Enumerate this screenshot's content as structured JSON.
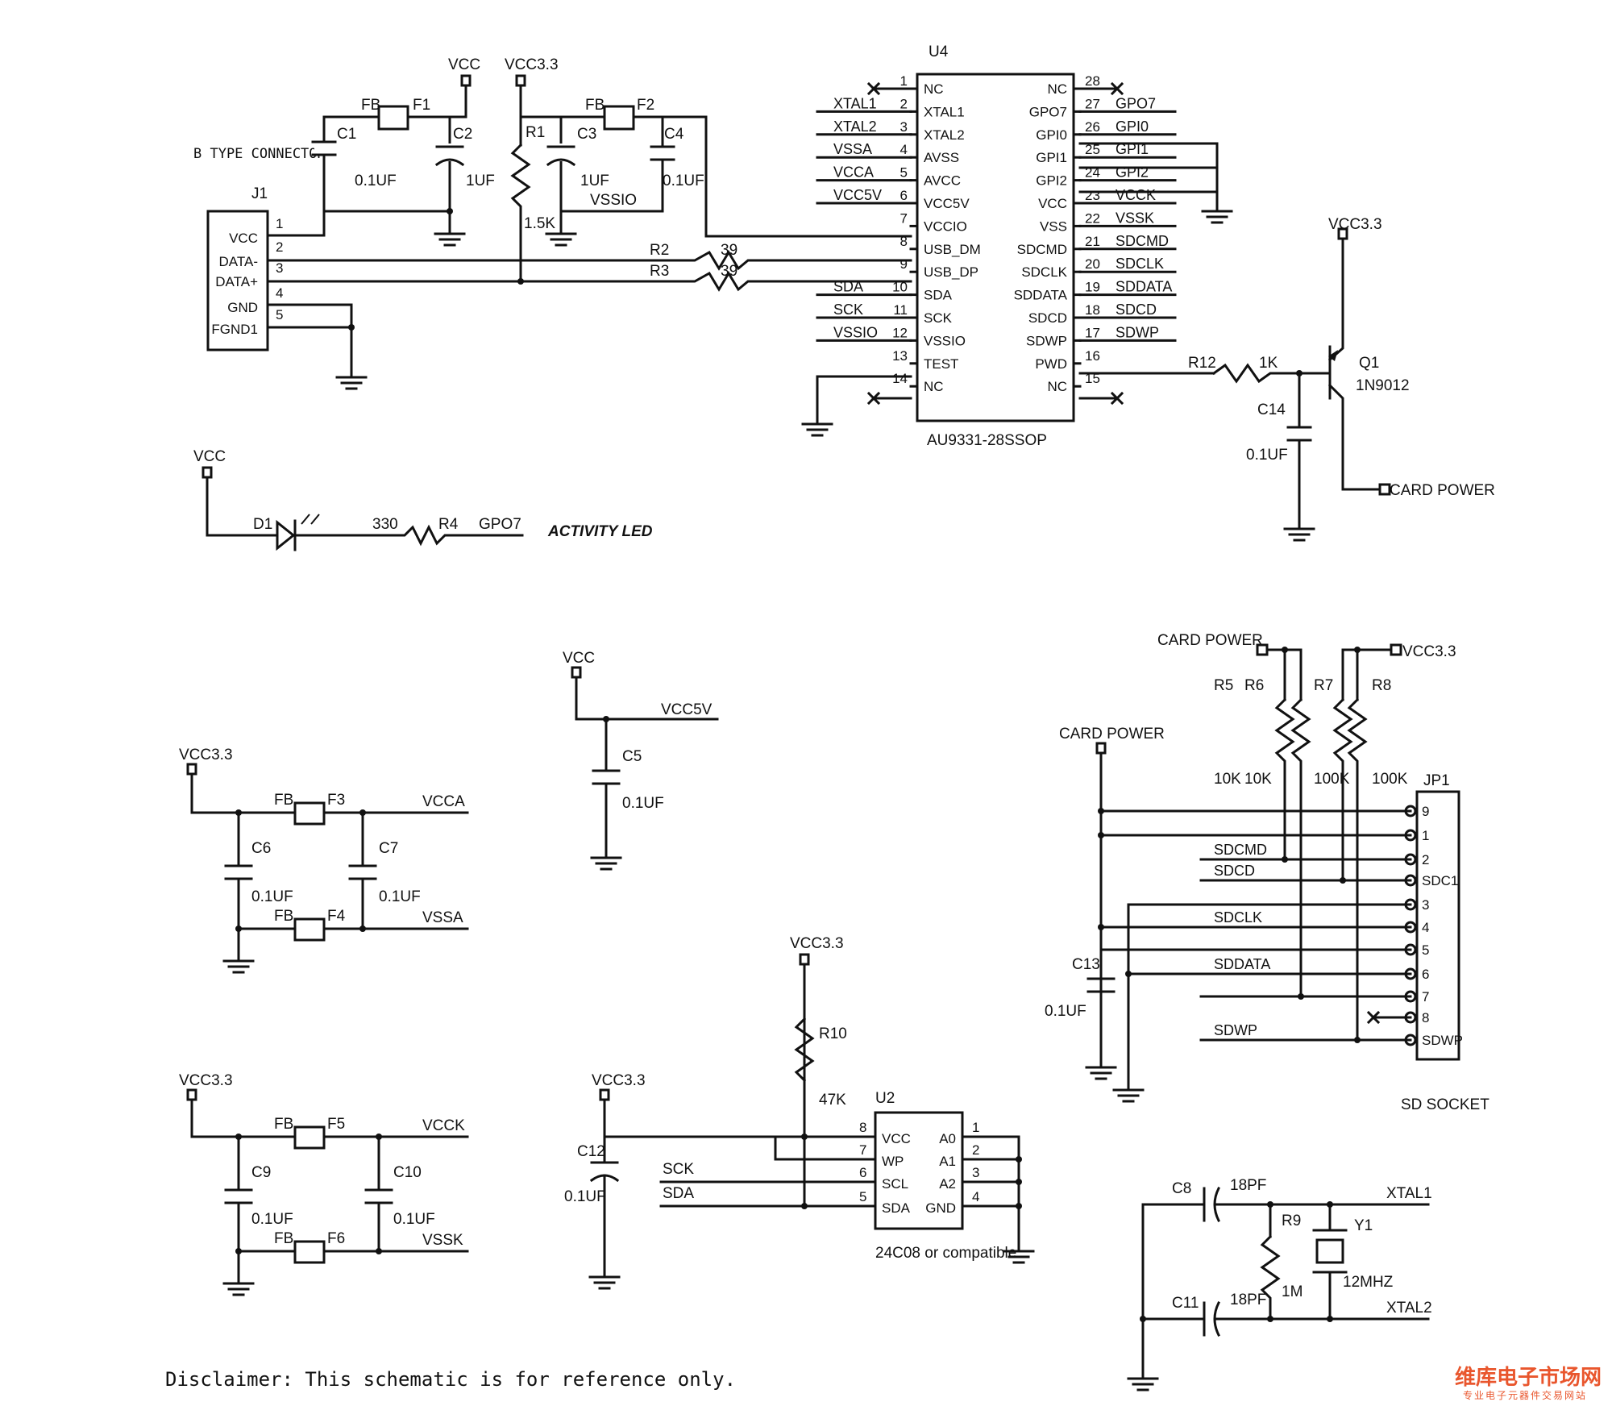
{
  "components": {
    "u4": {
      "ref": "U4",
      "part": "AU9331-28SSOP",
      "left_pins": [
        {
          "num": "1",
          "name": "NC"
        },
        {
          "num": "2",
          "name": "XTAL1"
        },
        {
          "num": "3",
          "name": "XTAL2"
        },
        {
          "num": "4",
          "name": "AVSS"
        },
        {
          "num": "5",
          "name": "AVCC"
        },
        {
          "num": "6",
          "name": "VCC5V"
        },
        {
          "num": "7",
          "name": "VCCIO"
        },
        {
          "num": "8",
          "name": "USB_DM"
        },
        {
          "num": "9",
          "name": "USB_DP"
        },
        {
          "num": "10",
          "name": "SDA"
        },
        {
          "num": "11",
          "name": "SCK"
        },
        {
          "num": "12",
          "name": "VSSIO"
        },
        {
          "num": "13",
          "name": "TEST"
        },
        {
          "num": "14",
          "name": "NC"
        }
      ],
      "right_pins": [
        {
          "num": "28",
          "name": "NC"
        },
        {
          "num": "27",
          "name": "GPO7"
        },
        {
          "num": "26",
          "name": "GPI0"
        },
        {
          "num": "25",
          "name": "GPI1"
        },
        {
          "num": "24",
          "name": "GPI2"
        },
        {
          "num": "23",
          "name": "VCC"
        },
        {
          "num": "22",
          "name": "VSS"
        },
        {
          "num": "21",
          "name": "SDCMD"
        },
        {
          "num": "20",
          "name": "SDCLK"
        },
        {
          "num": "19",
          "name": "SDDATA"
        },
        {
          "num": "18",
          "name": "SDCD"
        },
        {
          "num": "17",
          "name": "SDWP"
        },
        {
          "num": "16",
          "name": "PWD"
        },
        {
          "num": "15",
          "name": "NC"
        }
      ],
      "left_nets": [
        "",
        "XTAL1",
        "XTAL2",
        "VSSA",
        "VCCA",
        "VCC5V",
        "",
        "",
        "",
        "SDA",
        "SCK",
        "VSSIO",
        "",
        ""
      ],
      "right_nets": [
        "",
        "GPO7",
        "GPI0",
        "GPI1",
        "GPI2",
        "VCCK",
        "VSSK",
        "SDCMD",
        "SDCLK",
        "SDDATA",
        "SDCD",
        "SDWP",
        "",
        ""
      ]
    },
    "j1": {
      "ref": "J1",
      "type": "B TYPE CONNECTOR",
      "pins": [
        {
          "num": "1",
          "name": "VCC"
        },
        {
          "num": "2",
          "name": "DATA-"
        },
        {
          "num": "3",
          "name": "DATA+"
        },
        {
          "num": "4",
          "name": "GND"
        },
        {
          "num": "5",
          "name": "FGND1"
        }
      ]
    },
    "u2": {
      "ref": "U2",
      "part": "24C08 or compatible",
      "left_pins": [
        {
          "num": "8",
          "name": "VCC"
        },
        {
          "num": "7",
          "name": "WP"
        },
        {
          "num": "6",
          "name": "SCL"
        },
        {
          "num": "5",
          "name": "SDA"
        }
      ],
      "right_pins": [
        {
          "num": "1",
          "name": "A0"
        },
        {
          "num": "2",
          "name": "A1"
        },
        {
          "num": "3",
          "name": "A2"
        },
        {
          "num": "4",
          "name": "GND"
        }
      ]
    },
    "jp1": {
      "ref": "JP1",
      "title": "SD SOCKET",
      "pins": [
        "9",
        "1",
        "2",
        "SDC1",
        "3",
        "4",
        "5",
        "6",
        "7",
        "8",
        "SDWP"
      ],
      "nets": [
        "",
        "",
        "SDCMD",
        "SDCD",
        "",
        "SDCLK",
        "",
        "SDDATA",
        "",
        "",
        "SDWP"
      ]
    },
    "q1": {
      "ref": "Q1",
      "part": "1N9012"
    },
    "y1": {
      "ref": "Y1",
      "value": "12MHZ"
    },
    "d1": {
      "ref": "D1"
    }
  },
  "passives": {
    "c1": {
      "ref": "C1",
      "value": "0.1UF"
    },
    "c2": {
      "ref": "C2",
      "value": "1UF"
    },
    "c3": {
      "ref": "C3",
      "value": "1UF"
    },
    "c4": {
      "ref": "C4",
      "value": "0.1UF"
    },
    "c5": {
      "ref": "C5",
      "value": "0.1UF"
    },
    "c6": {
      "ref": "C6",
      "value": "0.1UF"
    },
    "c7": {
      "ref": "C7",
      "value": "0.1UF"
    },
    "c8": {
      "ref": "C8",
      "value": "18PF"
    },
    "c9": {
      "ref": "C9",
      "value": "0.1UF"
    },
    "c10": {
      "ref": "C10",
      "value": "0.1UF"
    },
    "c11": {
      "ref": "C11",
      "value": "18PF"
    },
    "c12": {
      "ref": "C12",
      "value": "0.1UF"
    },
    "c13": {
      "ref": "C13",
      "value": "0.1UF"
    },
    "c14": {
      "ref": "C14",
      "value": "0.1UF"
    },
    "r1": {
      "ref": "R1",
      "value": "1.5K"
    },
    "r2": {
      "ref": "R2",
      "value": "39"
    },
    "r3": {
      "ref": "R3",
      "value": "39"
    },
    "r4": {
      "ref": "R4",
      "value": "330"
    },
    "r5": {
      "ref": "R5",
      "value": "10K"
    },
    "r6": {
      "ref": "R6",
      "value": "10K"
    },
    "r7": {
      "ref": "R7",
      "value": "100K"
    },
    "r8": {
      "ref": "R8",
      "value": "100K"
    },
    "r9": {
      "ref": "R9",
      "value": "1M"
    },
    "r10": {
      "ref": "R10",
      "value": "47K"
    },
    "r12": {
      "ref": "R12",
      "value": "1K"
    },
    "fb_label": "FB",
    "f1": "F1",
    "f2": "F2",
    "f3": "F3",
    "f4": "F4",
    "f5": "F5",
    "f6": "F6"
  },
  "nets": {
    "vcc": "VCC",
    "vcc33": "VCC3.3",
    "vccio": "VSSIO",
    "vcc5v": "VCC5V",
    "vcca": "VCCA",
    "vssa": "VSSA",
    "vcck": "VCCK",
    "vssk": "VSSK",
    "card_power": "CARD POWER",
    "gpo7": "GPO7",
    "sck": "SCK",
    "sda": "SDA",
    "xtal1": "XTAL1",
    "xtal2": "XTAL2"
  },
  "annotations": {
    "activity_led": "ACTIVITY LED",
    "disclaimer": "Disclaimer: This schematic is for reference only."
  },
  "brand": {
    "name": "维库电子市场网",
    "tagline": "专业电子元器件交易网站"
  }
}
